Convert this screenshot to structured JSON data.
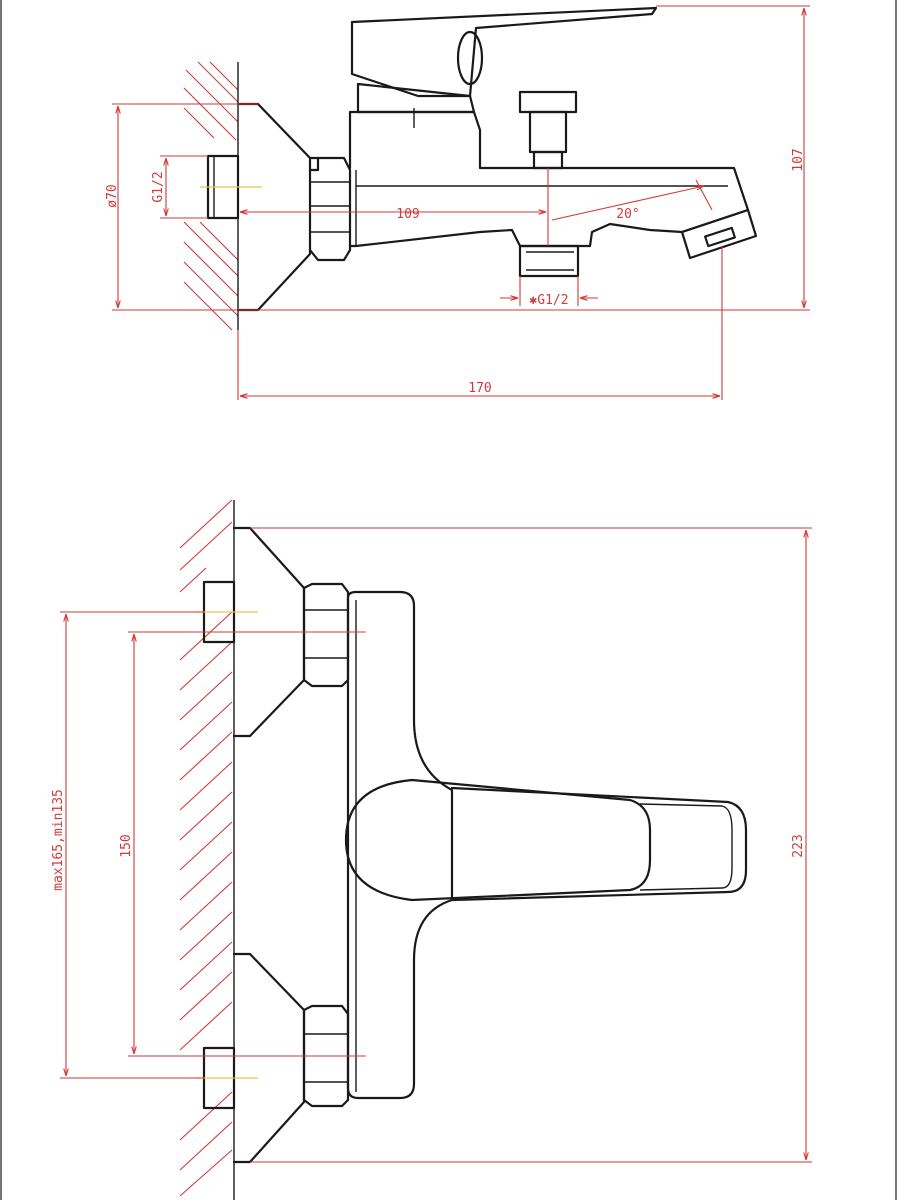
{
  "side_view": {
    "dims": {
      "height": "107",
      "flange_diameter": "ø70",
      "inlet_thread": "G1/2",
      "centre_to_outlet": "109",
      "spout_angle": "20°",
      "outlet_thread": "✱G1/2",
      "overall_length": "170"
    }
  },
  "front_view": {
    "dims": {
      "adjust_range": "max165,min135",
      "centres": "150",
      "overall_height": "223"
    }
  },
  "colors": {
    "outline": "#1a1a1a",
    "dimension": "#d23a3a",
    "centerline": "#e6c84a"
  }
}
